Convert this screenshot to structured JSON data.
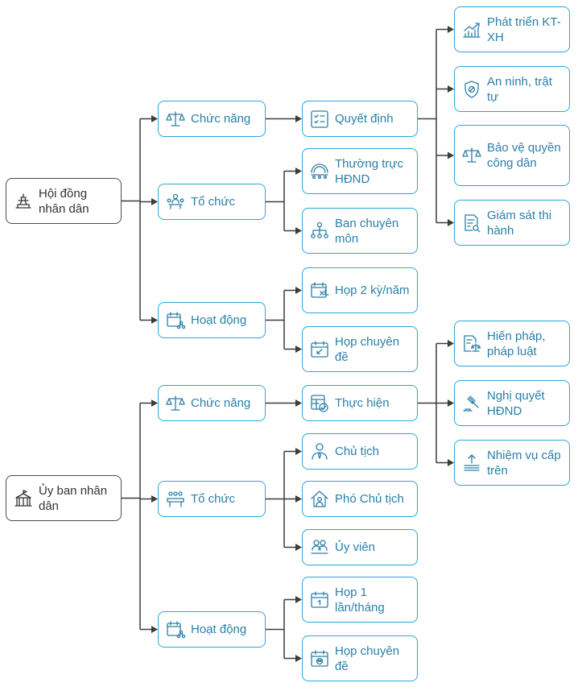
{
  "nodes": {
    "hdnd": {
      "label": "Hội đồng nhân dân",
      "icon": "council-building-icon"
    },
    "hdnd_chuc_nang": {
      "label": "Chức năng",
      "icon": "scales-icon"
    },
    "hdnd_to_chuc": {
      "label": "Tổ chức",
      "icon": "meeting-table-icon"
    },
    "hdnd_hoat_dong": {
      "label": "Hoạt động",
      "icon": "calendar-share-icon"
    },
    "quyet_dinh": {
      "label": "Quyết định",
      "icon": "checklist-icon"
    },
    "phat_trien": {
      "label": "Phát triển KT-XH",
      "icon": "growth-chart-icon"
    },
    "an_ninh": {
      "label": "An ninh, trật tự",
      "icon": "shield-icon"
    },
    "bao_ve": {
      "label": "Bảo vệ quyền công dân",
      "icon": "scales-icon"
    },
    "giam_sat": {
      "label": "Giám sát thi hành",
      "icon": "inspect-document-icon"
    },
    "thuong_truc": {
      "label": "Thường trực HĐND",
      "icon": "assembly-icon"
    },
    "ban_chuyen_mon": {
      "label": "Ban chuyên môn",
      "icon": "org-network-icon"
    },
    "hop_2_ky": {
      "label": "Họp 2 kỳ/năm",
      "icon": "calendar-x4-icon"
    },
    "hdnd_hop_chuyen_de": {
      "label": "Họp chuyên đề",
      "icon": "calendar-arrow-icon"
    },
    "ubnd": {
      "label": "Ủy ban nhân dân",
      "icon": "government-building-icon"
    },
    "ubnd_chuc_nang": {
      "label": "Chức năng",
      "icon": "scales-icon"
    },
    "ubnd_to_chuc": {
      "label": "Tổ chức",
      "icon": "meeting-table-icon"
    },
    "ubnd_hoat_dong": {
      "label": "Hoạt động",
      "icon": "calendar-share-icon"
    },
    "thuc_hien": {
      "label": "Thực hiện",
      "icon": "table-check-icon"
    },
    "hien_phap": {
      "label": "Hiến pháp, pháp luật",
      "icon": "law-document-icon"
    },
    "nghi_quyet": {
      "label": "Nghị quyết HĐND",
      "icon": "gavel-icon"
    },
    "nhiem_vu": {
      "label": "Nhiệm vụ cấp trên",
      "icon": "upload-stack-icon"
    },
    "chu_tich": {
      "label": "Chủ tịch",
      "icon": "leader-icon"
    },
    "pho_chu_tich": {
      "label": "Phó Chủ tịch",
      "icon": "house-person-icon"
    },
    "uy_vien": {
      "label": "Ủy viên",
      "icon": "members-icon"
    },
    "hop_1_lan": {
      "label": "Họp 1 lần/tháng",
      "icon": "calendar-one-icon"
    },
    "ubnd_hop_chuyen_de": {
      "label": "Họp chuyên đề",
      "icon": "calendar-people-icon"
    }
  },
  "edges": [
    [
      "hdnd",
      "hdnd_chuc_nang"
    ],
    [
      "hdnd",
      "hdnd_to_chuc"
    ],
    [
      "hdnd",
      "hdnd_hoat_dong"
    ],
    [
      "hdnd_chuc_nang",
      "quyet_dinh"
    ],
    [
      "quyet_dinh",
      "phat_trien"
    ],
    [
      "quyet_dinh",
      "an_ninh"
    ],
    [
      "quyet_dinh",
      "bao_ve"
    ],
    [
      "quyet_dinh",
      "giam_sat"
    ],
    [
      "hdnd_to_chuc",
      "thuong_truc"
    ],
    [
      "hdnd_to_chuc",
      "ban_chuyen_mon"
    ],
    [
      "hdnd_hoat_dong",
      "hop_2_ky"
    ],
    [
      "hdnd_hoat_dong",
      "hdnd_hop_chuyen_de"
    ],
    [
      "ubnd",
      "ubnd_chuc_nang"
    ],
    [
      "ubnd",
      "ubnd_to_chuc"
    ],
    [
      "ubnd",
      "ubnd_hoat_dong"
    ],
    [
      "ubnd_chuc_nang",
      "thuc_hien"
    ],
    [
      "thuc_hien",
      "hien_phap"
    ],
    [
      "thuc_hien",
      "nghi_quyet"
    ],
    [
      "thuc_hien",
      "nhiem_vu"
    ],
    [
      "ubnd_to_chuc",
      "chu_tich"
    ],
    [
      "ubnd_to_chuc",
      "pho_chu_tich"
    ],
    [
      "ubnd_to_chuc",
      "uy_vien"
    ],
    [
      "ubnd_hoat_dong",
      "hop_1_lan"
    ],
    [
      "ubnd_hoat_dong",
      "ubnd_hop_chuyen_de"
    ]
  ],
  "colors": {
    "node_border": "#2ba7d8",
    "node_text": "#2a7fa8",
    "root_border": "#4a4a4a",
    "connector": "#3c3c3c"
  }
}
